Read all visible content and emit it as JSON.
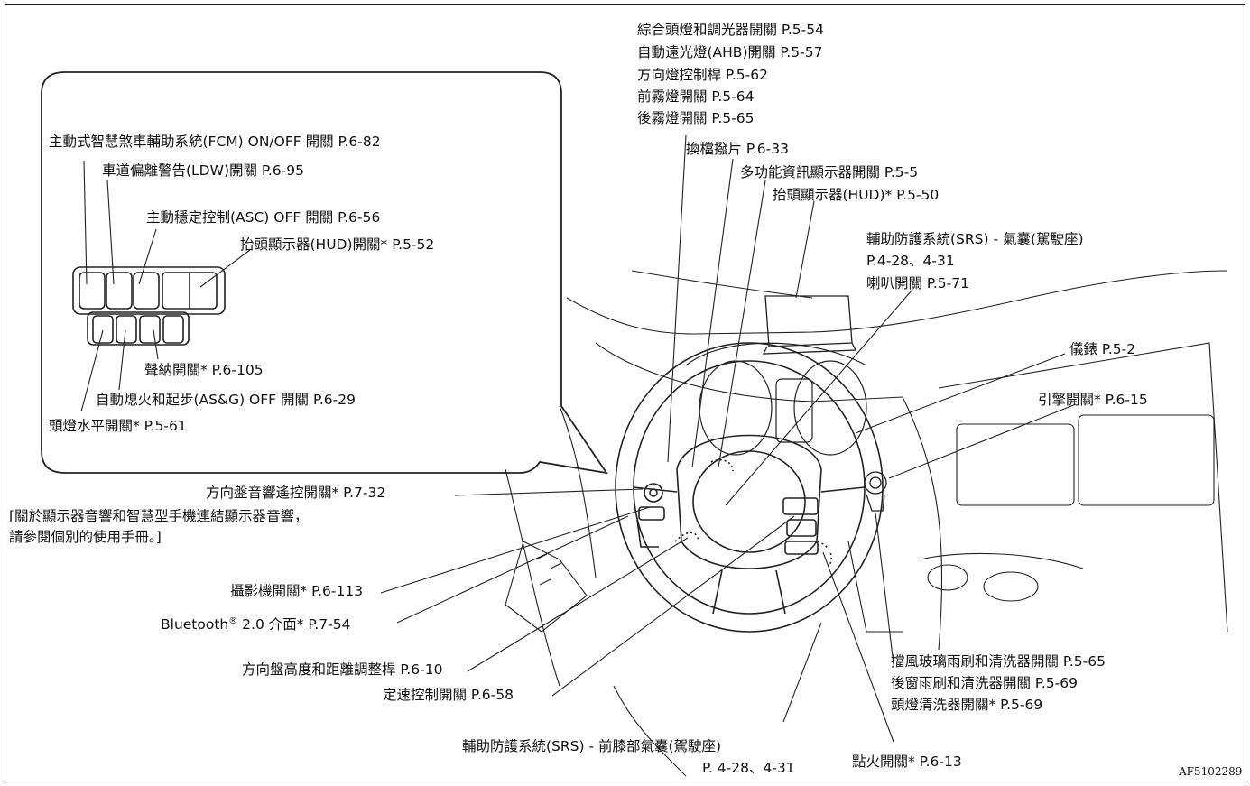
{
  "figure_code": "AF5102289",
  "inset_labels": {
    "fcm": "主動式智慧煞車輔助系統(FCM) ON/OFF 開關 P.6-82",
    "ldw": "車道偏離警告(LDW)開關 P.6-95",
    "asc": "主動穩定控制(ASC) OFF 開關 P.6-56",
    "hud": "抬頭顯示器(HUD)開關* P.5-52",
    "sonar": "聲納開關* P.6-105",
    "asg": "自動熄火和起步(AS&G) OFF 開關 P.6-29",
    "leveling": "頭燈水平開關* P.5-61"
  },
  "top_labels": {
    "line1": "綜合頭燈和調光器開關 P.5-54",
    "line2": "自動遠光燈(AHB)開關 P.5-57",
    "line3": "方向燈控制桿 P.5-62",
    "line4": "前霧燈開關 P.5-64",
    "line5": "後霧燈開關 P.5-65",
    "paddle": "換檔撥片 P.6-33",
    "mid_switch": "多功能資訊顯示器開關 P.5-5",
    "hud_display": "抬頭顯示器(HUD)* P.5-50"
  },
  "right_labels": {
    "srs_driver_1": "輔助防護系統(SRS) - 氣囊(駕駛座)",
    "srs_driver_2": "P.4-28、4-31",
    "horn": "喇叭開關 P.5-71",
    "meter": "儀錶 P.5-2",
    "engine": "引擎開關* P.6-15",
    "wiper_1": "擋風玻璃雨刷和清洗器開關 P.5-65",
    "wiper_2": "後窗雨刷和清洗器開關 P.5-69",
    "wiper_3": "頭燈清洗器開關* P.5-69",
    "ignition": "點火開關* P.6-13"
  },
  "left_labels": {
    "audio_remote": "方向盤音響遙控開關* P.7-32",
    "audio_note_1": "[關於顯示器音響和智慧型手機連結顯示器音響，",
    "audio_note_2": "請參閱個別的使用手冊。]",
    "camera": "攝影機開關* P.6-113",
    "bt_prefix": "Bluetooth",
    "bt_reg": "®",
    "bt_suffix": " 2.0 介面* P.7-54",
    "tilt": "方向盤高度和距離調整桿 P.6-10",
    "cruise": "定速控制開關 P.6-58"
  },
  "bottom_labels": {
    "knee_1": "輔助防護系統(SRS) - 前膝部氣囊(駕駛座)",
    "knee_2": "P. 4-28、4-31"
  }
}
